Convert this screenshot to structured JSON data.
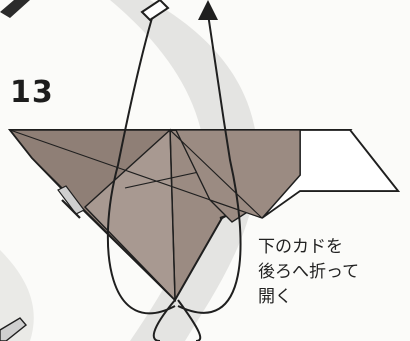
{
  "step": {
    "number": "13"
  },
  "instruction": {
    "lines": [
      "下のカドを",
      "後ろへ折って",
      "開く"
    ]
  },
  "colors": {
    "paper_fill": "#9b8b82",
    "paper_shade": "#8a7a71",
    "paper_light": "#b2a39a",
    "back_band": "#d8d8d6",
    "line": "#1f1f1f",
    "background": "#fbfbf9"
  }
}
